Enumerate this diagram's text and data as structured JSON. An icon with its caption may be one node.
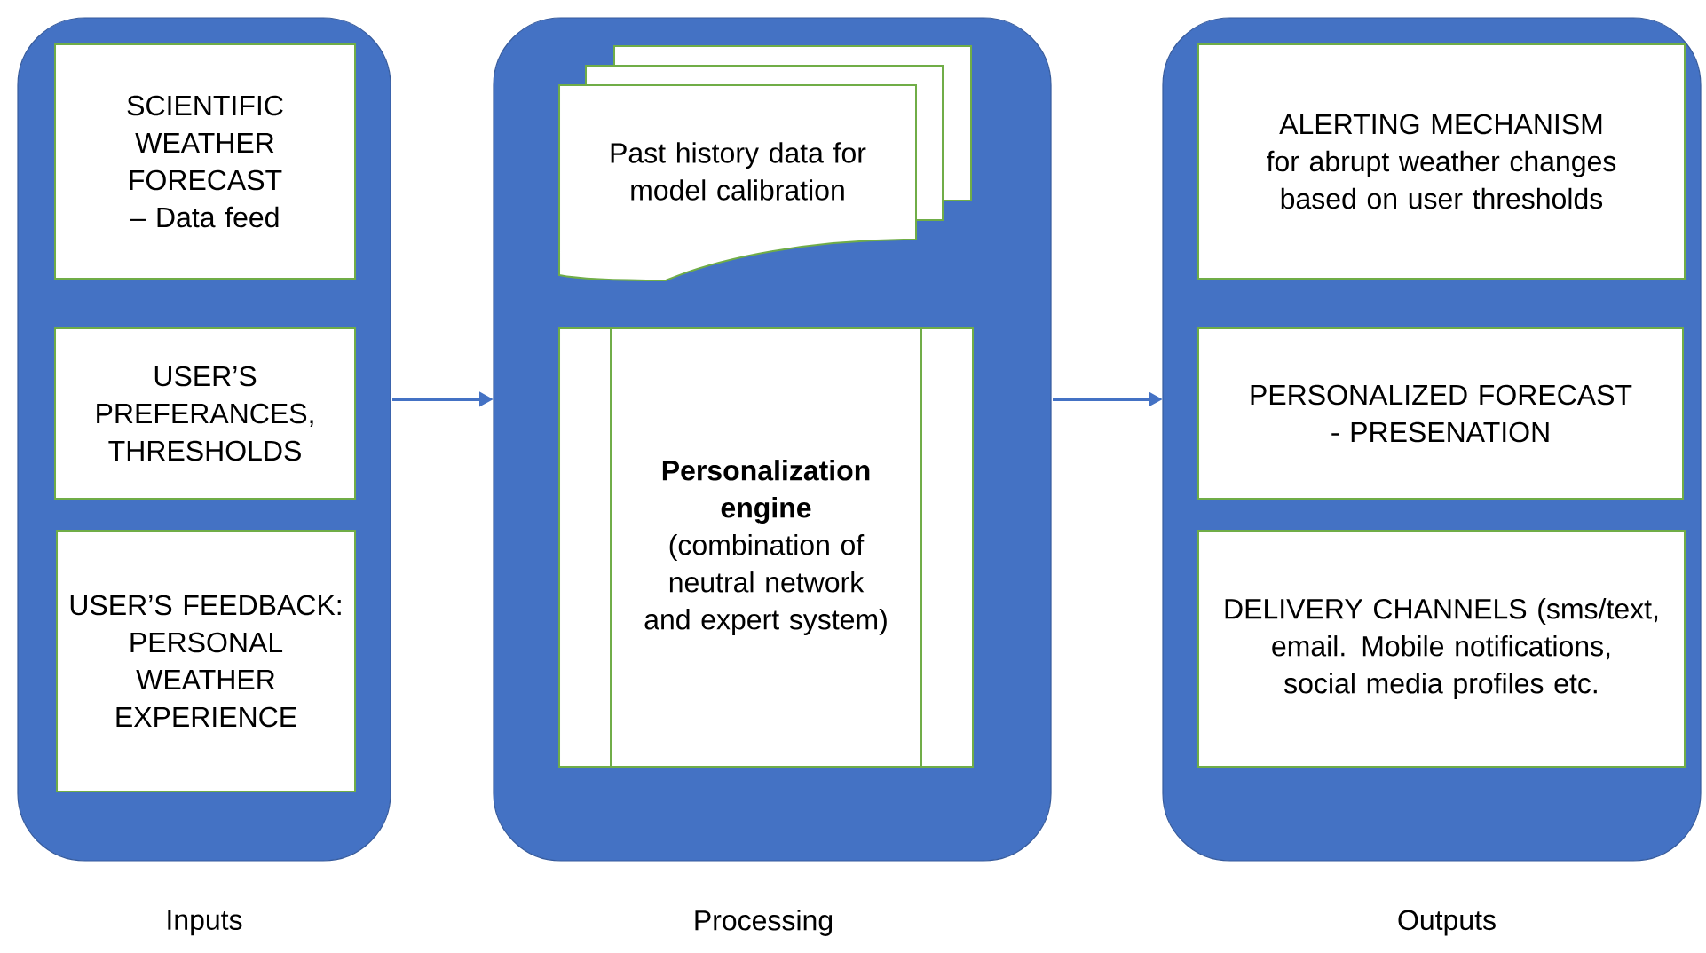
{
  "diagram": {
    "nodes": [
      {
        "text": [
          "Inputs"
        ]
      },
      {
        "text": [
          "SCIENTIFIC WEATHER FORECAST – Data feed"
        ],
        "in": 0
      },
      {
        "text": [
          "USER’S PREFERANCES, THRESHOLDS"
        ],
        "in": 0
      },
      {
        "text": [
          "USER’S FEEDBACK: PERSONAL WEATHER EXPERIENCE"
        ],
        "in": 0
      },
      {
        "text": [
          "Processing"
        ]
      },
      {
        "text": [
          "Past history data for model calibration"
        ],
        "in": 4
      },
      {
        "text": [
          "Personalization engine",
          "(combination of neutral network and expert system)"
        ],
        "in": 4
      },
      {
        "text": [
          "Outputs"
        ]
      },
      {
        "text": [
          "ALERTING MECHANISM for abrupt weather changes based on user thresholds"
        ],
        "in": 7
      },
      {
        "text": [
          "PERSONALIZED FORECAST - PRESENATION"
        ],
        "in": 7
      },
      {
        "text": [
          "DELIVERY CHANNELS (sms/text, email. Mobile notifications, social media profiles etc."
        ],
        "in": 7
      }
    ],
    "edges": [
      {
        "from": 0,
        "to": 4,
        "arrow": "to"
      },
      {
        "from": 4,
        "to": 7,
        "arrow": "to"
      }
    ]
  }
}
